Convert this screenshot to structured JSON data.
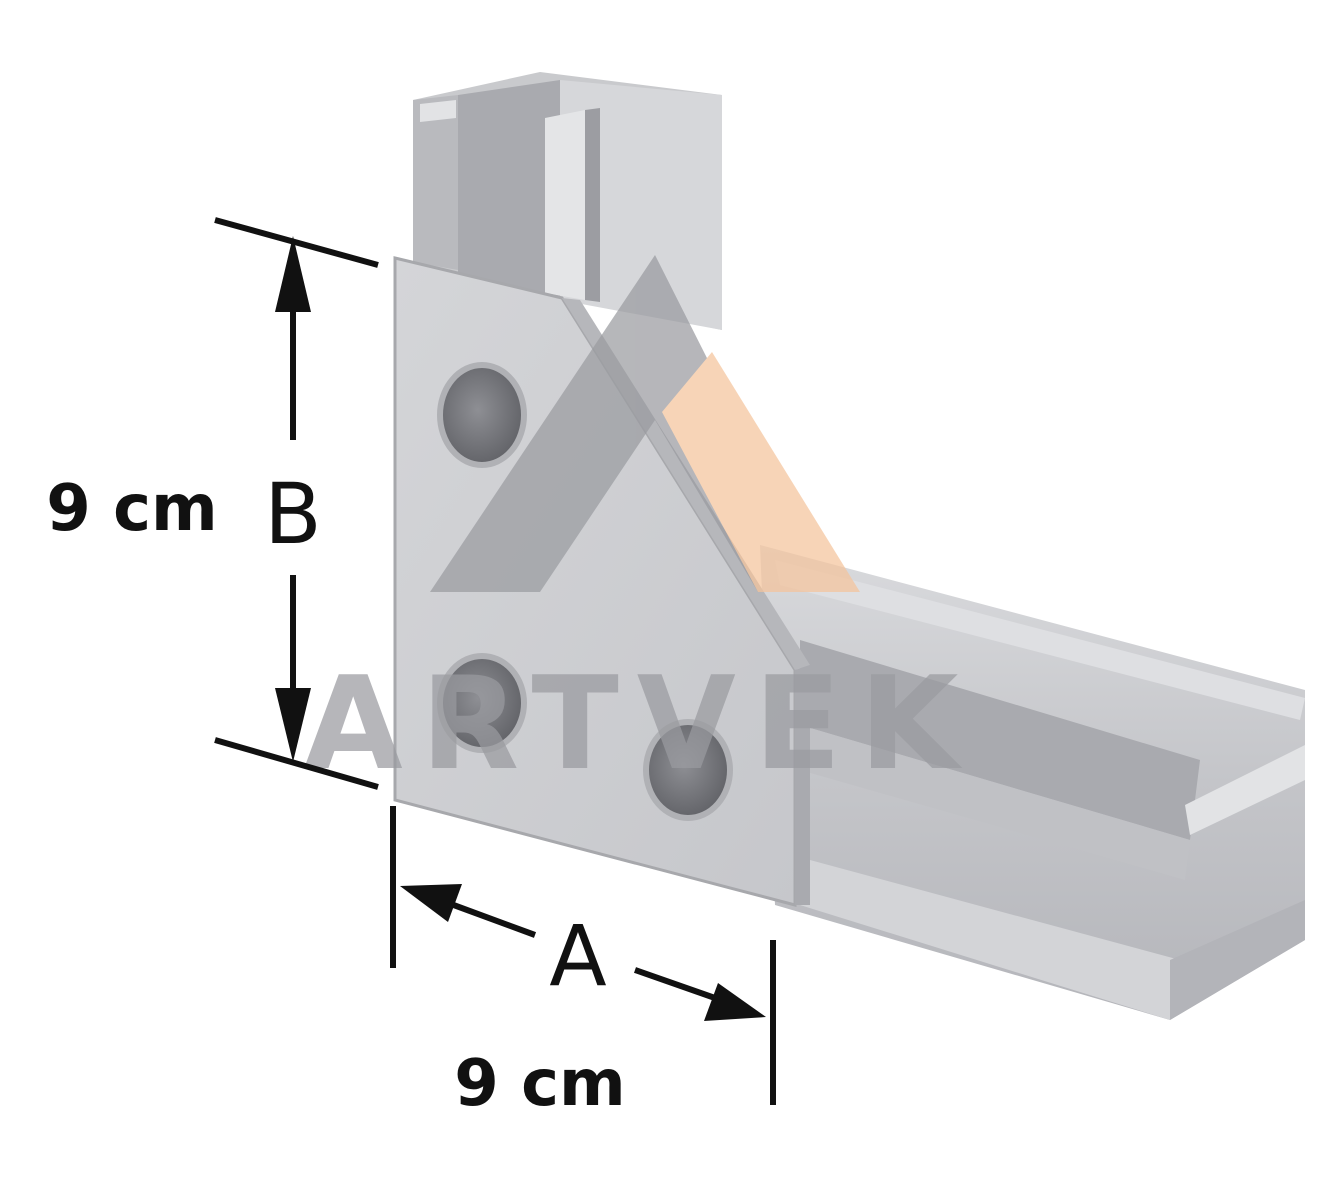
{
  "watermark": {
    "brand_text": "ARTVEK",
    "colors": {
      "gray": "#9a9ba0",
      "accent": "#f5c49c"
    }
  },
  "dimensions": {
    "vertical": {
      "letter": "B",
      "value": "9 cm"
    },
    "horizontal": {
      "letter": "A",
      "value": "9 cm"
    }
  },
  "colors": {
    "metal_light": "#d8d9dc",
    "metal_mid": "#c3c4c8",
    "metal_dark": "#9fa0a5",
    "dimension_line": "#111111"
  }
}
